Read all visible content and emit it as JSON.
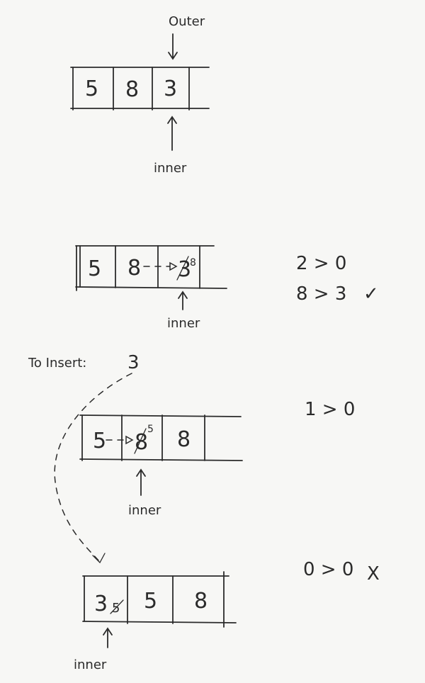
{
  "stage1": {
    "cells": [
      "5",
      "8",
      "3"
    ],
    "outer_label": "Outer",
    "inner_label": "inner"
  },
  "stage2": {
    "cells": [
      "5",
      "8",
      "3"
    ],
    "overwrite_value": "8",
    "inner_label": "inner",
    "check_1": "2 > 0",
    "check_2": "8 > 3",
    "check_mark": "✓"
  },
  "to_insert": {
    "label": "To Insert:",
    "value": "3"
  },
  "stage3": {
    "cells": [
      "5",
      "8",
      "8"
    ],
    "overwrite_value": "5",
    "inner_label": "inner",
    "check_1": "1 > 0"
  },
  "stage4": {
    "cells": [
      "3",
      "5",
      "8"
    ],
    "crossed_value": "5",
    "inner_label": "inner",
    "check_1": "0 > 0",
    "cross_mark": "X"
  }
}
